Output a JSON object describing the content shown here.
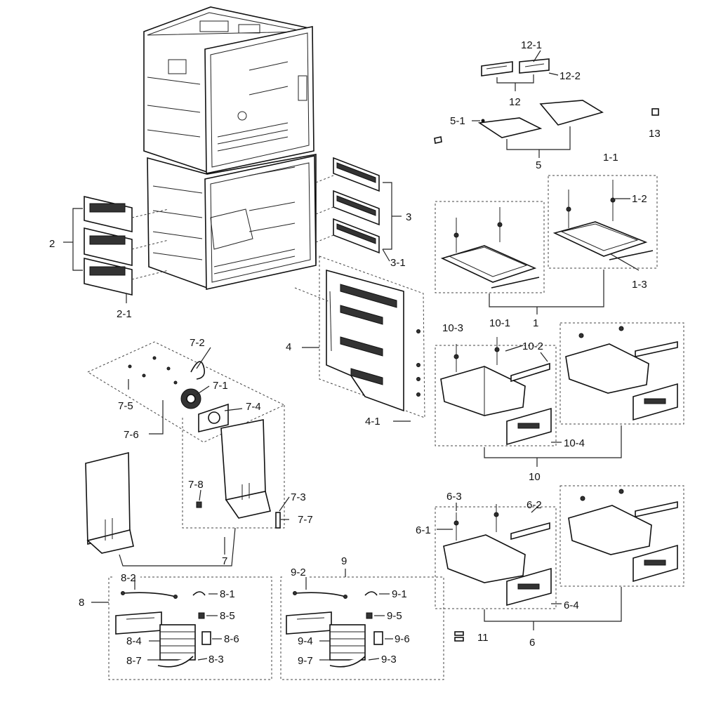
{
  "labels": {
    "l12_1": "12-1",
    "l12_2": "12-2",
    "l12": "12",
    "l5_1": "5-1",
    "l5": "5",
    "l13": "13",
    "l1_1": "1-1",
    "l1_2": "1-2",
    "l1_3": "1-3",
    "l1": "1",
    "l2": "2",
    "l2_1": "2-1",
    "l3": "3",
    "l3_1": "3-1",
    "l4": "4",
    "l4_1": "4-1",
    "l10_3": "10-3",
    "l10_1": "10-1",
    "l10_2": "10-2",
    "l10_4": "10-4",
    "l10": "10",
    "l7_2": "7-2",
    "l7_1": "7-1",
    "l7_4": "7-4",
    "l7_5": "7-5",
    "l7_6": "7-6",
    "l7_8": "7-8",
    "l7_3": "7-3",
    "l7_7": "7-7",
    "l7": "7",
    "l6_3": "6-3",
    "l6_2": "6-2",
    "l6_1": "6-1",
    "l6_4": "6-4",
    "l6": "6",
    "l11": "11",
    "l8_2": "8-2",
    "l8_1": "8-1",
    "l8": "8",
    "l8_5": "8-5",
    "l8_4": "8-4",
    "l8_6": "8-6",
    "l8_7": "8-7",
    "l8_3": "8-3",
    "l9": "9",
    "l9_2": "9-2",
    "l9_1": "9-1",
    "l9_5": "9-5",
    "l9_4": "9-4",
    "l9_6": "9-6",
    "l9_7": "9-7",
    "l9_3": "9-3"
  }
}
